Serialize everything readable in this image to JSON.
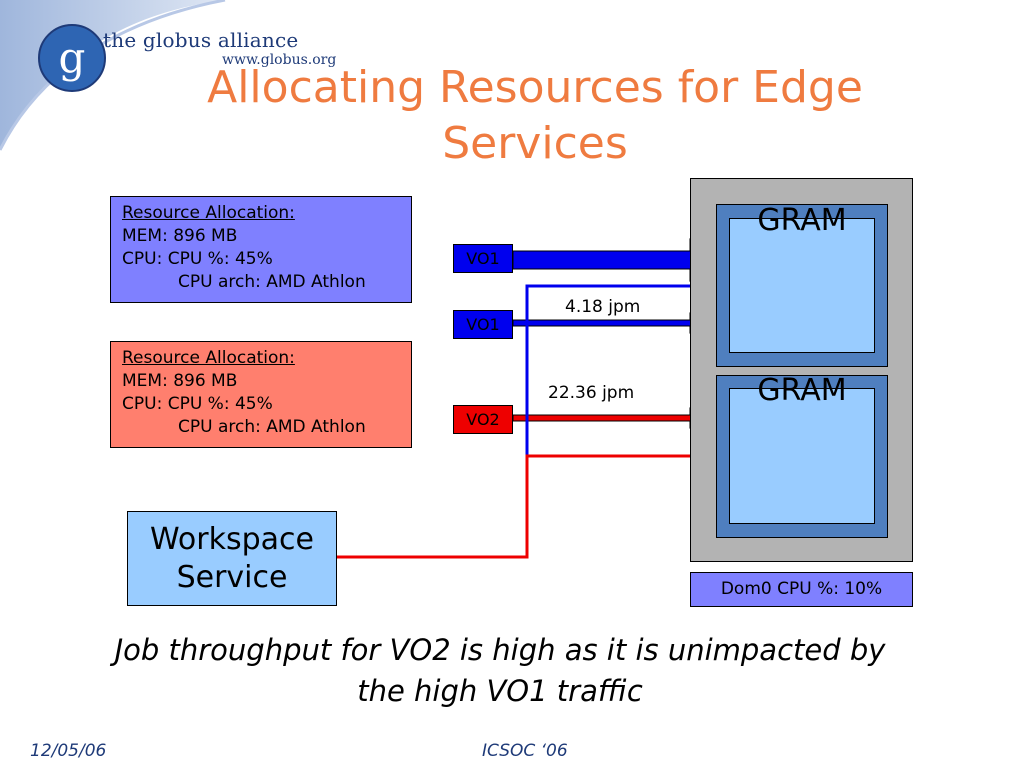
{
  "brand": {
    "name": "the globus alliance",
    "url": "www.globus.org",
    "logo_letter": "g"
  },
  "title": "Allocating Resources for Edge Services",
  "allocations": [
    {
      "header": "Resource Allocation:",
      "mem": "MEM: 896 MB",
      "cpu": "CPU: CPU %: 45%",
      "arch": "CPU arch: AMD Athlon",
      "color": "#7f80ff"
    },
    {
      "header": "Resource Allocation:",
      "mem": "MEM: 896 MB",
      "cpu": "CPU: CPU %: 45%",
      "arch": "CPU arch: AMD Athlon",
      "color": "#ff7f6e"
    }
  ],
  "vo_labels": [
    "VO1",
    "VO1",
    "VO2"
  ],
  "rates": {
    "vo1": "4.18 jpm",
    "vo2": "22.36 jpm"
  },
  "gram": [
    "GRAM",
    "GRAM"
  ],
  "workspace": {
    "line1": "Workspace",
    "line2": "Service"
  },
  "dom0": "Dom0 CPU %: 10%",
  "caption": "Job throughput for VO2 is high as it is unimpacted by the high VO1 traffic",
  "footer": {
    "date": "12/05/06",
    "conference": "ICSOC ‘06"
  },
  "colors": {
    "title": "#ef7b40",
    "vo1": "#0000ee",
    "vo2": "#ee0000",
    "gram_outer": "#4f7fbf",
    "gram_inner": "#99ccff",
    "host": "#b3b3b3",
    "brand": "#1e3a78"
  }
}
